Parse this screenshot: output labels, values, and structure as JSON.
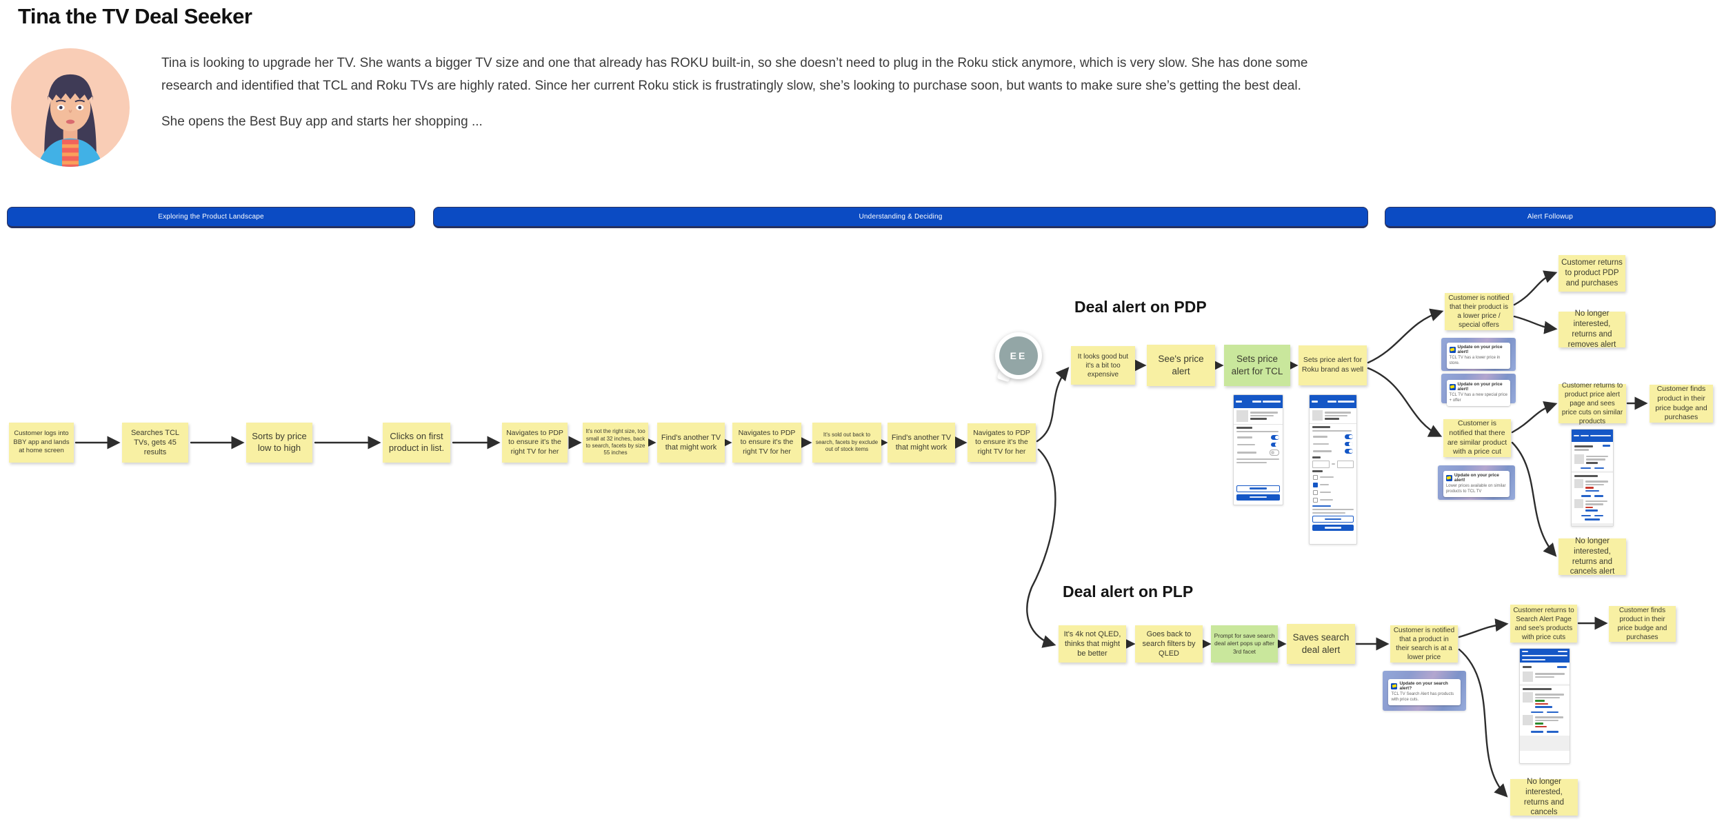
{
  "header": {
    "title": "Tina the TV Deal Seeker",
    "persona_description": "Tina is looking to upgrade her TV. She wants a bigger TV size and one that already has ROKU built-in, so she doesn’t need to plug in the Roku stick anymore, which is very slow. She has done some research and identified that TCL and Roku TVs are highly rated. Since her current Roku stick is frustratingly slow, she’s looking to purchase soon, but wants to make sure she’s getting the best deal.",
    "persona_action": "She opens the Best Buy app and starts her shopping ..."
  },
  "phases": [
    "Exploring the Product Landscape",
    "Understanding & Deciding",
    "Alert Followup"
  ],
  "ee_badge": "EE",
  "main_flow": [
    "Customer logs into BBY app and lands at home screen",
    "Searches TCL TVs, gets 45 results",
    "Sorts by price low to high",
    "Clicks on first product in list.",
    "Navigates to PDP to ensure it's the right TV for her",
    "It's not the right size, too small at 32 inches, back to search, facets by size 55 inches",
    "Find's another TV that might work",
    "Navigates to PDP to ensure it's the right TV for her",
    "It's sold out back to search, facets by exclude out of stock items",
    "Find's another TV that might work",
    "Navigates to PDP to ensure it's the right TV for her"
  ],
  "pdp": {
    "heading": "Deal alert on PDP",
    "steps": [
      "It looks good but it's a bit too expensive",
      "See's price alert",
      "Sets price alert for TCL",
      "Sets price alert for Roku brand as well"
    ],
    "outcomes": {
      "notified_lower_price": "Customer is notified that their product is a lower price / special offers",
      "returns_purchases": "Customer returns to product PDP and purchases",
      "removes_alert": "No longer interested, returns and removes alert",
      "notified_similar": "Customer is notified that there are similar product with a price cut",
      "returns_price_alert_page": "Customer returns to product price alert page and sees price cuts on similar products",
      "finds_in_budget": "Customer finds product in their price budge and purchases",
      "cancels_alert": "No longer interested, returns and cancels alert"
    }
  },
  "plp": {
    "heading": "Deal alert on PLP",
    "steps": [
      "It's 4k not QLED, thinks that might be better",
      "Goes back to search filters by QLED",
      "Prompt for save search deal alert pops up after 3rd facet",
      "Saves search deal alert"
    ],
    "outcomes": {
      "notified_lower_price": "Customer is notified that a product in their search is at a lower price",
      "returns_search_alert_page": "Customer returns to Search Alert Page and see's products with price cuts",
      "finds_in_budget": "Customer finds product in their price budge and purchases",
      "cancels": "No longer interested, returns and cancels"
    }
  },
  "notifications": {
    "n1": {
      "title": "Update on your price alert!",
      "sub": "TCL TV has a lower price in store."
    },
    "n2": {
      "title": "Update on your price alert!",
      "sub": "TCL TV has a new special price + offer"
    },
    "n3": {
      "title": "Update on your price alert!",
      "sub": "Lower prices available on similar products to TCL TV"
    },
    "n4": {
      "title": "Update on your search alert?",
      "sub": "TCL TV Search Alert has products with price cuts."
    }
  },
  "colors": {
    "phase_bar_blue": "#0b4bc3",
    "sticky_yellow": "#f8f0a3",
    "sticky_green": "#c9e79c",
    "arrow": "#2d2d2d",
    "ee_circle": "#93a6a6",
    "bestbuy_blue": "#0a4abe",
    "bestbuy_yellow": "#ffe000"
  }
}
